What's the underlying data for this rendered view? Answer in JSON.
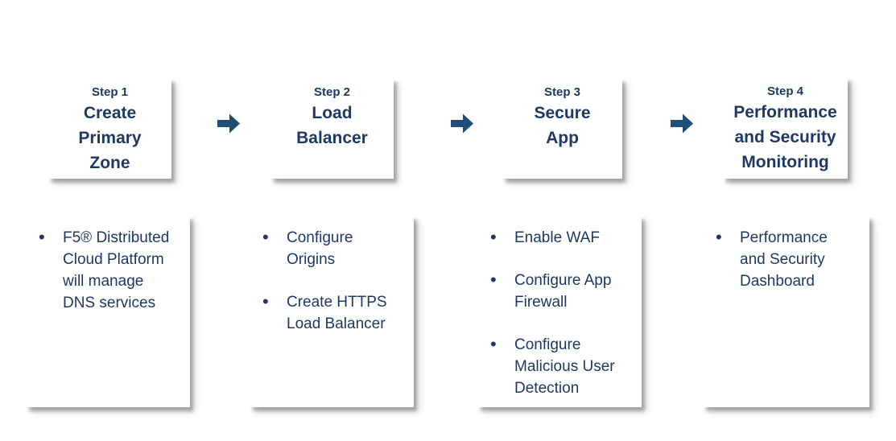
{
  "diagram": {
    "type": "horizontal-process-flow",
    "background_color": "#ffffff",
    "card_color": "#ffffff",
    "text_color": "#1F3864",
    "arrow_color": "#1F4E79",
    "bullet_glyph": "•",
    "arrow_icon": "right-block-arrow",
    "steps": [
      {
        "label": "Step 1",
        "title": "Create\nPrimary\nZone",
        "bullets": [
          "F5® Distributed\nCloud Platform\nwill manage\nDNS services"
        ]
      },
      {
        "label": "Step 2",
        "title": "Load\nBalancer",
        "bullets": [
          "Configure\nOrigins",
          "Create HTTPS\nLoad Balancer"
        ]
      },
      {
        "label": "Step 3",
        "title": "Secure\nApp",
        "bullets": [
          "Enable WAF",
          "Configure App\nFirewall",
          "Configure\nMalicious User\nDetection"
        ]
      },
      {
        "label": "Step 4",
        "title": "Performance\nand Security\nMonitoring",
        "bullets": [
          "Performance\nand Security\nDashboard"
        ]
      }
    ]
  }
}
